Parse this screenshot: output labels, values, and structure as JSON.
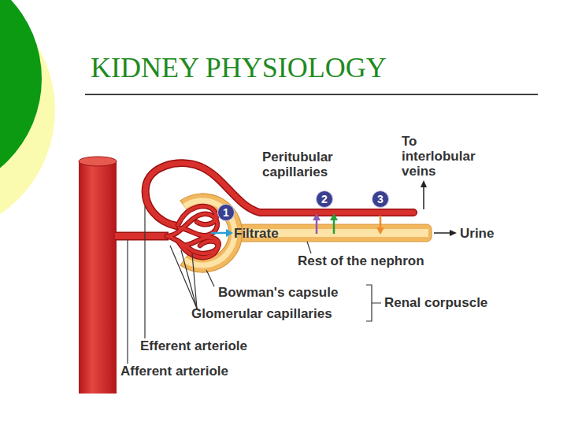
{
  "diagram": {
    "title": "KIDNEY PHYSIOLOGY",
    "nodes": [
      {
        "text": [
          "1"
        ]
      },
      {
        "text": [
          "2"
        ]
      },
      {
        "text": [
          "3"
        ]
      }
    ],
    "labels": [
      "Peritubular capillaries",
      "To interlobular veins",
      "Filtrate",
      "Urine",
      "Rest of the nephron",
      "Bowman's capsule",
      "Glomerular capillaries",
      "Renal corpuscle",
      "Efferent arteriole",
      "Afferent arteriole"
    ]
  }
}
